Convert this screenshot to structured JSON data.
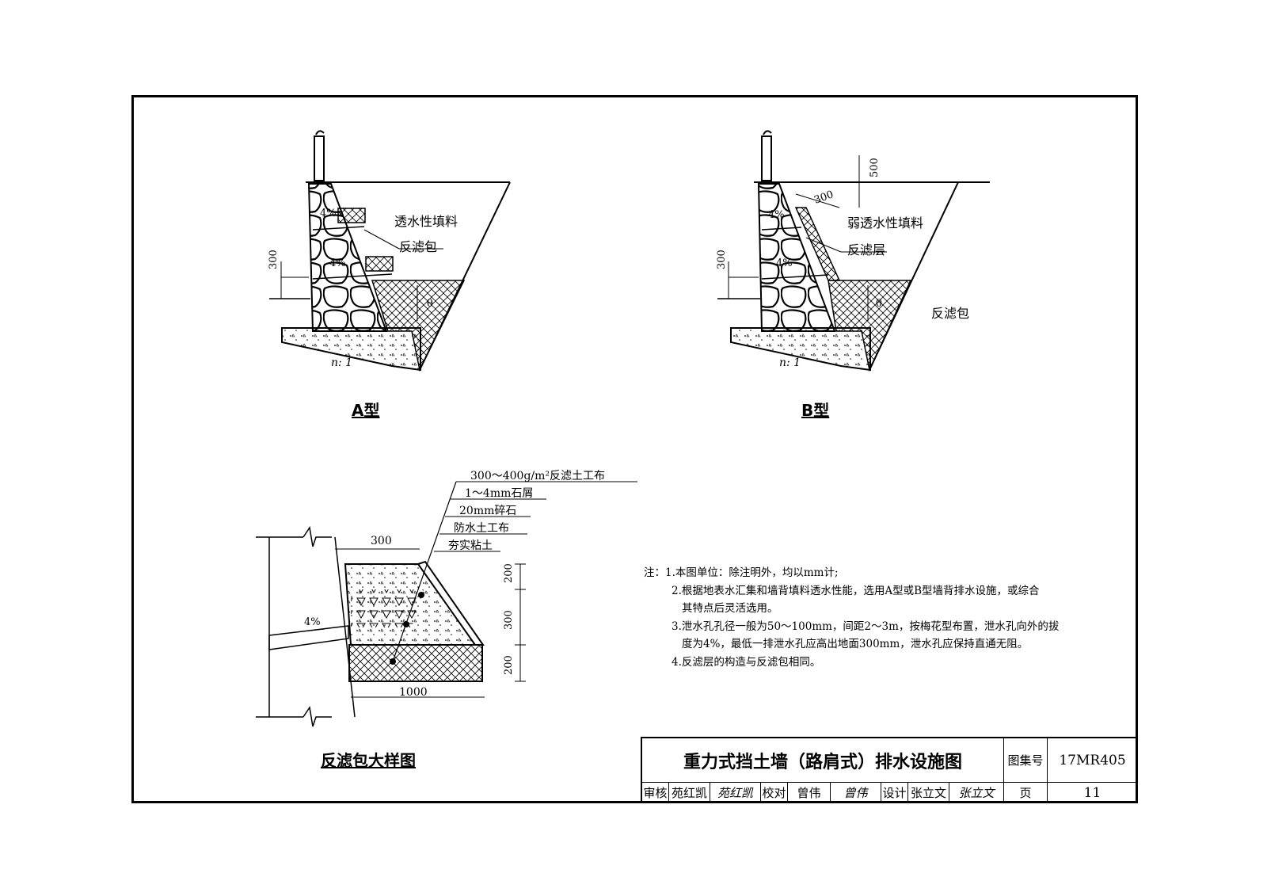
{
  "diagrams": {
    "type_a": {
      "caption": "A型",
      "fill_label": "透水性填料",
      "filter_label": "反滤包",
      "slope_upper": "4%",
      "slope_lower": "4%",
      "dim_300": "300",
      "theta": "θ",
      "ratio": "n: 1"
    },
    "type_b": {
      "caption": "B型",
      "fill_label": "弱透水性填料",
      "filter_label": "反滤层",
      "bag_label": "反滤包",
      "slope_upper": "4%",
      "slope_lower": "4%",
      "dim_300_left": "300",
      "dim_300_top": "300",
      "dim_500": "500",
      "theta": "θ",
      "ratio": "n: 1"
    },
    "detail": {
      "caption": "反滤包大样图",
      "layers": [
        "300～400g/m²反滤土工布",
        "1～4mm石屑",
        "20mm碎石",
        "防水土工布",
        "夯实粘土"
      ],
      "dim_top": "300",
      "dim_bottom": "1000",
      "dim_right": [
        "200",
        "300",
        "200"
      ],
      "slope": "4%"
    }
  },
  "notes": {
    "lines": [
      "注：1.本图单位：除注明外，均以mm计;",
      "2.根据地表水汇集和墙背填料透水性能，选用A型或B型墙背排水设施，或综合",
      "其特点后灵活选用。",
      "3.泄水孔孔径一般为50～100mm，间距2～3m，按梅花型布置，泄水孔向外的拔",
      "度为4%，最低一排泄水孔应高出地面300mm，泄水孔应保持直通无阻。",
      "4.反滤层的构造与反滤包相同。"
    ]
  },
  "title_block": {
    "title": "重力式挡土墙（路肩式）排水设施图",
    "atlas_label": "图集号",
    "atlas_no": "17MR405",
    "review_label": "审核",
    "reviewer": "苑红凯",
    "reviewer_sig": "苑红凯",
    "check_label": "校对",
    "checker": "曾伟",
    "checker_sig": "曾伟",
    "design_label": "设计",
    "designer": "张立文",
    "designer_sig": "张立文",
    "page_label": "页",
    "page_no": "11"
  }
}
